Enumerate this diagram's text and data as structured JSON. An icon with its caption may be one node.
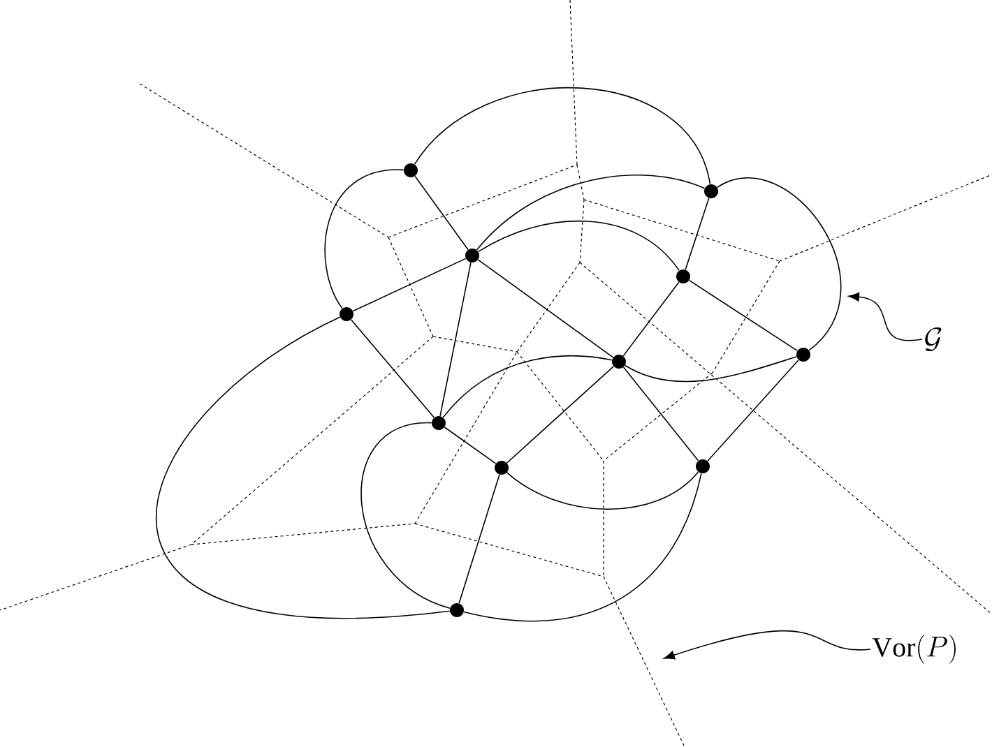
{
  "diagram": {
    "nodes": [
      {
        "text": [],
        "shape": "circle"
      },
      {
        "text": [],
        "shape": "circle"
      },
      {
        "text": [],
        "shape": "circle"
      },
      {
        "text": [],
        "shape": "circle"
      },
      {
        "text": [],
        "shape": "circle"
      },
      {
        "text": [],
        "shape": "circle"
      },
      {
        "text": [],
        "shape": "circle"
      },
      {
        "text": [],
        "shape": "circle"
      },
      {
        "text": [],
        "shape": "circle"
      },
      {
        "text": [],
        "shape": "circle"
      },
      {
        "text": [],
        "shape": "circle"
      },
      {
        "text": [
          "\\mathcal{G}"
        ]
      },
      {
        "text": [
          "\\mathrm{Vor}(P)"
        ]
      }
    ],
    "edges": [
      {
        "from": 0,
        "to": 1,
        "arrow": "none"
      },
      {
        "from": 0,
        "to": 4,
        "arrow": "none"
      },
      {
        "from": 0,
        "to": 2,
        "arrow": "none"
      },
      {
        "from": 2,
        "to": 1,
        "arrow": "none"
      },
      {
        "from": 2,
        "to": 3,
        "arrow": "none"
      },
      {
        "from": 1,
        "to": 3,
        "arrow": "none"
      },
      {
        "from": 1,
        "to": 5,
        "arrow": "none"
      },
      {
        "from": 2,
        "to": 4,
        "arrow": "none"
      },
      {
        "from": 2,
        "to": 7,
        "arrow": "none"
      },
      {
        "from": 2,
        "to": 6,
        "arrow": "none"
      },
      {
        "from": 3,
        "to": 6,
        "arrow": "none"
      },
      {
        "from": 3,
        "to": 5,
        "arrow": "none"
      },
      {
        "from": 4,
        "to": 7,
        "arrow": "none"
      },
      {
        "from": 4,
        "to": 10,
        "arrow": "none"
      },
      {
        "from": 7,
        "to": 6,
        "arrow": "none"
      },
      {
        "from": 6,
        "to": 5,
        "arrow": "none"
      },
      {
        "from": 7,
        "to": 8,
        "arrow": "none"
      },
      {
        "from": 7,
        "to": 10,
        "arrow": "none"
      },
      {
        "from": 6,
        "to": 8,
        "arrow": "none"
      },
      {
        "from": 6,
        "to": 9,
        "arrow": "none"
      },
      {
        "from": 5,
        "to": 9,
        "arrow": "none"
      },
      {
        "from": 8,
        "to": 9,
        "arrow": "none"
      },
      {
        "from": 8,
        "to": 10,
        "arrow": "none"
      },
      {
        "from": 10,
        "to": 9,
        "arrow": "none"
      },
      {
        "from": 11,
        "to": null,
        "arrow": "to"
      },
      {
        "from": 12,
        "to": null,
        "arrow": "to"
      }
    ]
  }
}
